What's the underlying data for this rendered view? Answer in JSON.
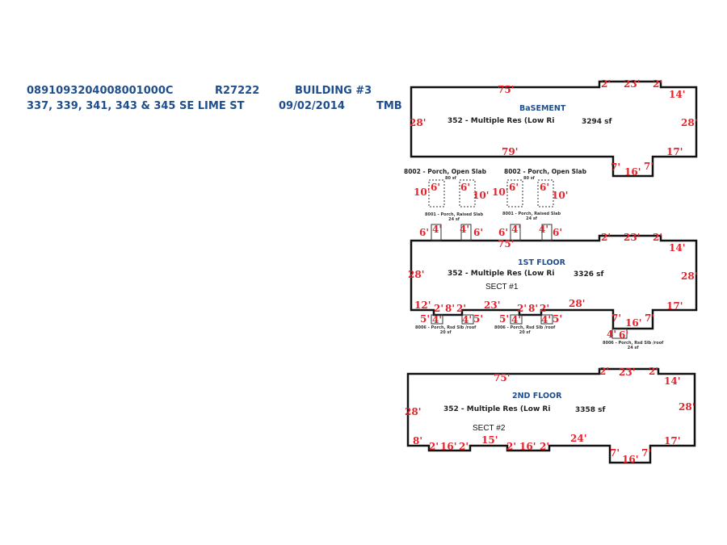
{
  "header": {
    "parcel": "0891093204008001000C",
    "account": "R27222",
    "building": "BUILDING #3",
    "address": "337, 339, 341, 343 & 345 SE LIME ST",
    "date": "09/02/2014",
    "initials": "TMB"
  },
  "basement": {
    "title": "BaSEMENT",
    "use": "352 - Multiple Res (Low Ri",
    "area": "3294 sf",
    "dims": [
      "75'",
      "2'",
      "23'",
      "2'",
      "14'",
      "28'",
      "28'",
      "79'",
      "17'",
      "7'",
      "16'",
      "7'"
    ]
  },
  "porches_open": {
    "label": "8002 - Porch, Open Slab",
    "area": "80 sf",
    "dims": [
      "10'",
      "6'",
      "6'",
      "10'",
      "10'",
      "6'",
      "6'",
      "10'"
    ]
  },
  "porches_raised": {
    "label": "8001 - Porch, Raised Slab",
    "area": "24 sf",
    "dims": [
      "6'",
      "4'",
      "4'",
      "6'",
      "6'",
      "4'",
      "4'",
      "6'"
    ]
  },
  "first_floor": {
    "title": "1ST FLOOR",
    "use": "352 - Multiple Res (Low Ri",
    "area": "3326 sf",
    "sect": "SECT #1",
    "dims": [
      "75'",
      "2'",
      "23'",
      "2'",
      "14'",
      "28'",
      "28'",
      "12'",
      "2'",
      "8'",
      "2'",
      "23'",
      "2'",
      "8'",
      "2'",
      "28'",
      "17'",
      "7'",
      "16'",
      "7'",
      "5'",
      "4'",
      "4'",
      "5'",
      "5'",
      "4'",
      "4'",
      "5'",
      "4'",
      "6'"
    ],
    "porch_roof": {
      "label": "8006 - Porch, Rsd Slb /roof",
      "area_a": "20 sf",
      "area_b": "24 sf"
    }
  },
  "second_floor": {
    "title": "2ND FLOOR",
    "use": "352 - Multiple Res (Low Ri",
    "area": "3358 sf",
    "sect": "SECT #2",
    "dims": [
      "75'",
      "2'",
      "23'",
      "2'",
      "14'",
      "28'",
      "28'",
      "8'",
      "2'",
      "16'",
      "2'",
      "15'",
      "2'",
      "16'",
      "2'",
      "24'",
      "17'",
      "7'",
      "16'",
      "7'"
    ]
  }
}
